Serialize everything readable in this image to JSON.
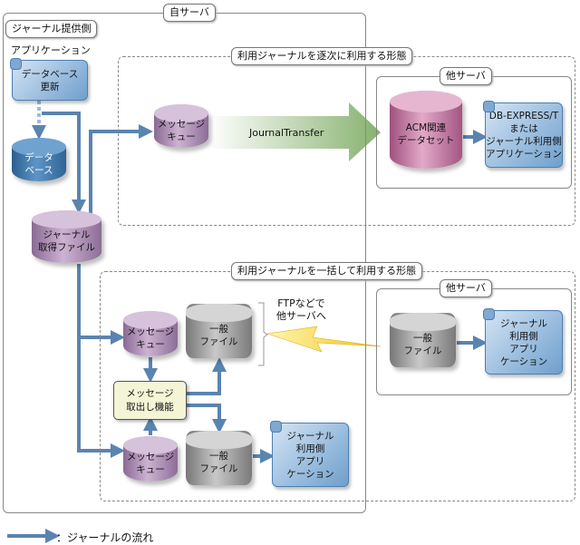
{
  "self_server": {
    "title": "自サーバ",
    "provider_label": "ジャーナル提供側",
    "app_caption": "アプリケーション"
  },
  "db_update_app": "データベース\n更新",
  "database": "データ\nベース",
  "journal_file": "ジャーナル\n取得ファイル",
  "sequential": {
    "title": "利用ジャーナルを逐次に利用する形態",
    "message_queue": "メッセージ\nキュー",
    "transfer_label": "JournalTransfer",
    "other_server": {
      "title": "他サーバ",
      "dataset": "ACM関連\nデータセット",
      "app": "DB-EXPRESS/T\nまたは\nジャーナル利用側\nアプリケーション"
    }
  },
  "batch": {
    "title": "利用ジャーナルを一括して利用する形態",
    "message_queue_1": "メッセージ\nキュー",
    "general_file_1": "一般\nファイル",
    "ftp_note": "FTPなどで\n他サーバへ",
    "extractor": "メッセージ\n取出し機能",
    "message_queue_2": "メッセージ\nキュー",
    "general_file_2": "一般\nファイル",
    "app": "ジャーナル\n利用側\nアプリ\nケーション",
    "other_server": {
      "title": "他サーバ",
      "general_file": "一般\nファイル",
      "app": "ジャーナル\n利用側\nアプリ\nケーション"
    }
  },
  "legend": {
    "label": "：ジャーナルの流れ"
  },
  "colors": {
    "flow_arrow": "#5a84b0",
    "transfer_arrow": "#8fb87a",
    "lightning": "#f5d23a"
  }
}
